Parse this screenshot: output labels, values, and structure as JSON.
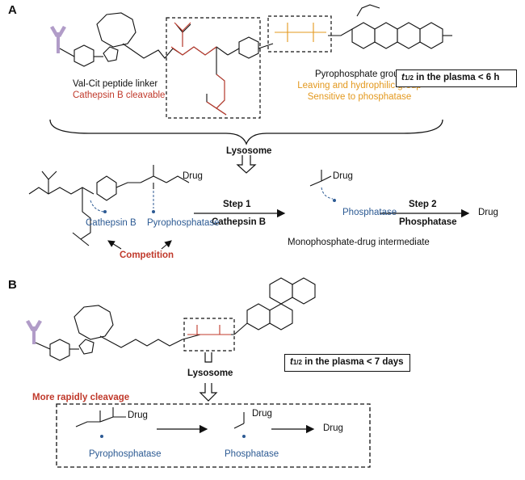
{
  "panel_a": {
    "letter": "A",
    "linker_label": "Val-Cit peptide linker",
    "linker_note": "Cathepsin B cleavable",
    "pyro_label": "Pyrophosphate group",
    "pyro_note_1": "Leaving  and hydrophilic group",
    "pyro_note_2": "Sensitive to  phosphatase",
    "half_life_t": "t",
    "half_life_sub": "1/2",
    "half_life_text": " in the plasma < 6 h",
    "lysosome": "Lysosome",
    "step1_title": "Step 1",
    "step1_enzyme": "Cathepsin B",
    "step2_title": "Step 2",
    "step2_enzyme": "Phosphatase",
    "drug_product": "Drug",
    "drug_on_pyro": "Drug",
    "drug_on_mono": "Drug",
    "enzyme_cathepsin": "Cathepsin B",
    "enzyme_pyro": "Pyrophosphatase",
    "enzyme_phos": "Phosphatase",
    "competition": "Competition",
    "intermediate": "Monophosphate-drug intermediate"
  },
  "panel_b": {
    "letter": "B",
    "half_life_t": "t",
    "half_life_sub": "1/2",
    "half_life_text": " in the plasma < 7 days",
    "lysosome": "Lysosome",
    "rapid": "More rapidly cleavage",
    "drug_1": "Drug",
    "drug_2": "Drug",
    "drug_3": "Drug",
    "enzyme_pyro": "Pyrophosphatase",
    "enzyme_phos": "Phosphatase"
  },
  "colors": {
    "red": "#c0392b",
    "orange": "#e3981d",
    "blue": "#2c5a93",
    "antibody": "#b19cc8"
  }
}
